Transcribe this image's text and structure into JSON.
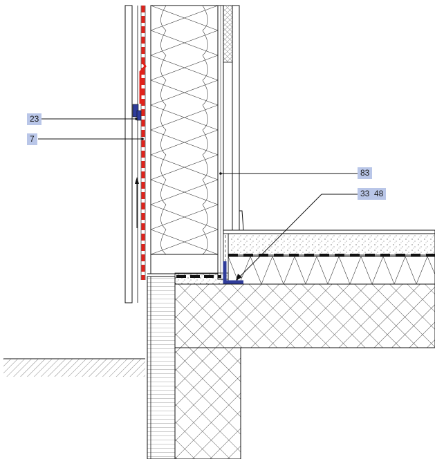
{
  "callouts": {
    "c23": "23",
    "c7": "7",
    "c83": "83",
    "c33": "33",
    "c48": "48"
  },
  "colors": {
    "line": "#111111",
    "callout_bg": "#b9c6e8",
    "membrane_red": "#e0231c",
    "bracket_blue": "#2f3c9a"
  }
}
